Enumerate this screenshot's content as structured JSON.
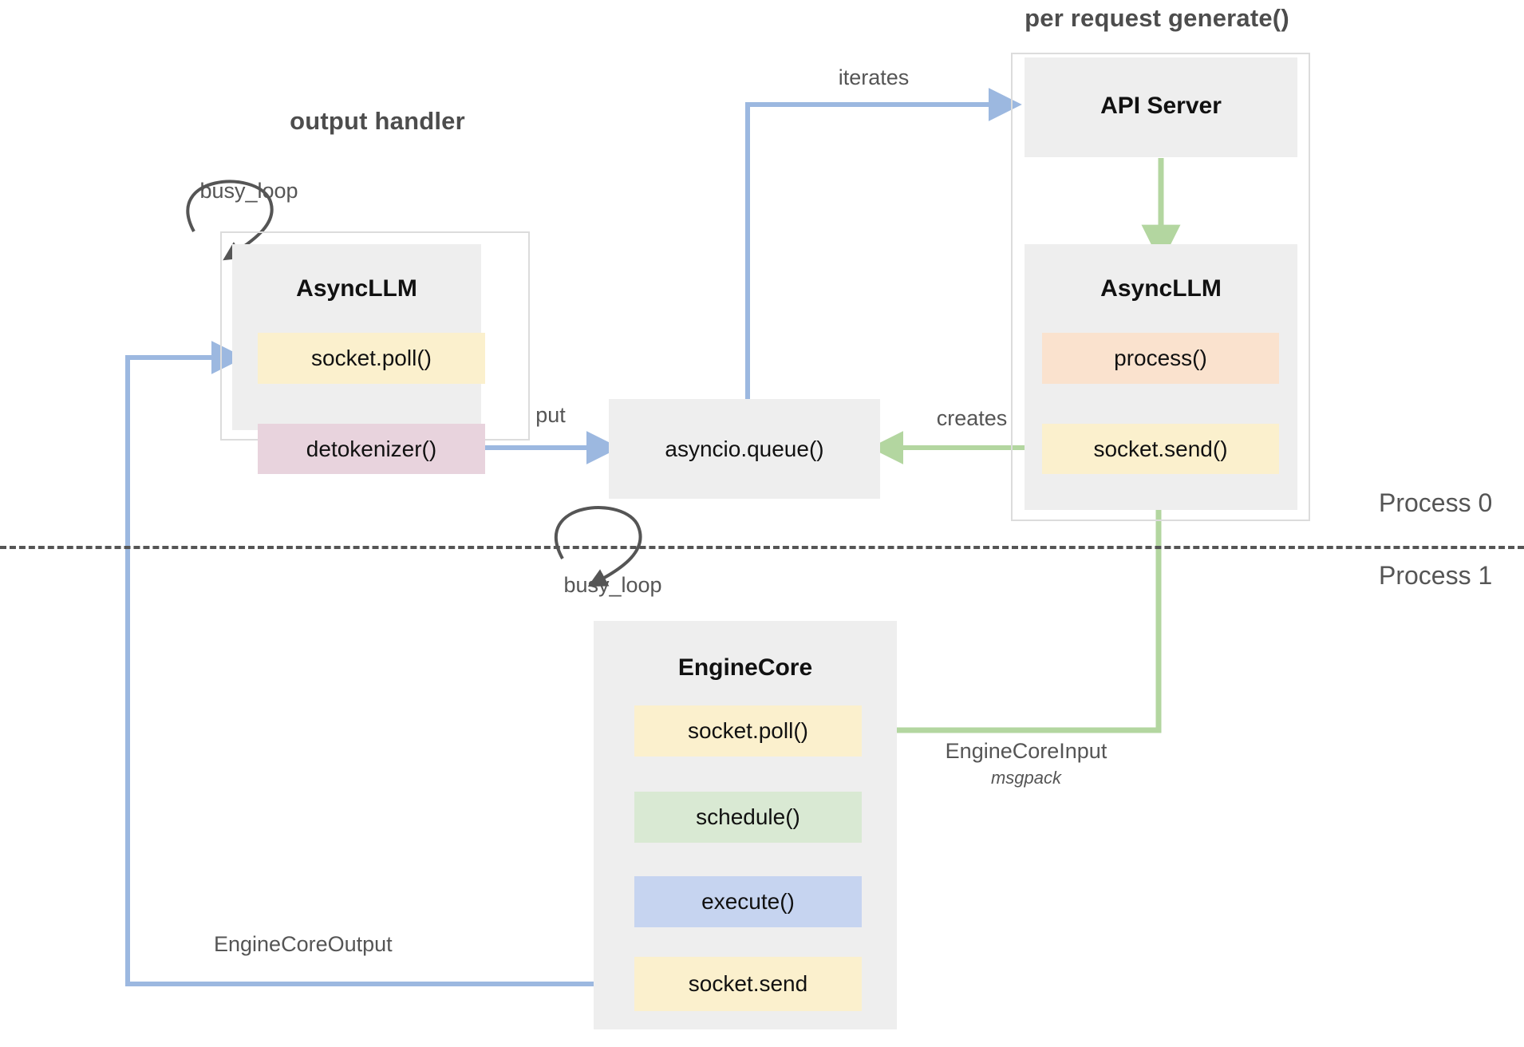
{
  "diagram": {
    "title_output_handler": "output handler",
    "title_per_request": "per request generate()",
    "process_labels": {
      "top": "Process 0",
      "bottom": "Process 1"
    },
    "groups": [
      {
        "id": "output-handler",
        "heading": "output handler",
        "box_title": "AsyncLLM",
        "chips": [
          {
            "label": "socket.poll()",
            "color": "#fbf0cd"
          },
          {
            "label": "detokenizer()",
            "color": "#e8d3dd"
          }
        ]
      },
      {
        "id": "per-request-generate",
        "heading": "per request generate()",
        "box_title_top": "API Server",
        "box_title_bottom": "AsyncLLM",
        "chips": [
          {
            "label": "process()",
            "color": "#fae2ce"
          },
          {
            "label": "socket.send()",
            "color": "#fbf0cd"
          }
        ]
      },
      {
        "id": "engine-core",
        "box_title": "EngineCore",
        "chips": [
          {
            "label": "socket.poll()",
            "color": "#fbf0cd"
          },
          {
            "label": "schedule()",
            "color": "#d9e9d3"
          },
          {
            "label": "execute()",
            "color": "#c6d4f0"
          },
          {
            "label": "socket.send",
            "color": "#fbf0cd"
          }
        ]
      }
    ],
    "nodes": {
      "asyncio_queue": "asyncio.queue()"
    },
    "edge_labels": {
      "busy_loop_top": "busy_loop",
      "busy_loop_bottom": "busy_loop",
      "put": "put",
      "iterates": "iterates",
      "creates": "creates",
      "engine_core_input": "EngineCoreInput",
      "engine_core_input_sub": "msgpack",
      "engine_core_output": "EngineCoreOutput"
    },
    "colors": {
      "blue_arrow": "#9cb8e0",
      "green_arrow": "#b3d6a0",
      "dark_arrow": "#555555",
      "gray_fill": "#eeeeee",
      "frame_border": "#dcdcdc",
      "text_dark": "#111111",
      "text_muted": "#555555"
    }
  }
}
